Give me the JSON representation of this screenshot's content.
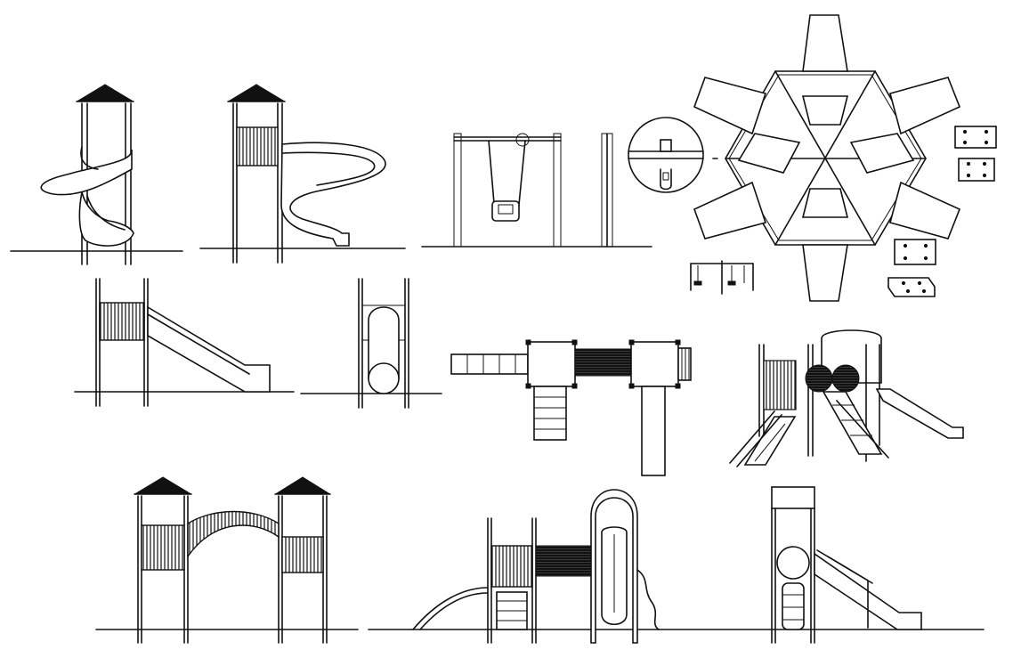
{
  "drawing": {
    "background": "#ffffff",
    "line_color": "#111111",
    "items": [
      "spiral-slide-tower",
      "spiral-slide-side-elevation",
      "swing-frame",
      "swing-detail",
      "carousel-swing-plan",
      "mounting-plates",
      "straight-slide-side",
      "straight-slide-front",
      "play-structure-plan",
      "play-structure-perspective",
      "twin-tower-bridge",
      "tunnel-bridge-tube-slide",
      "tower-slide-front"
    ]
  }
}
